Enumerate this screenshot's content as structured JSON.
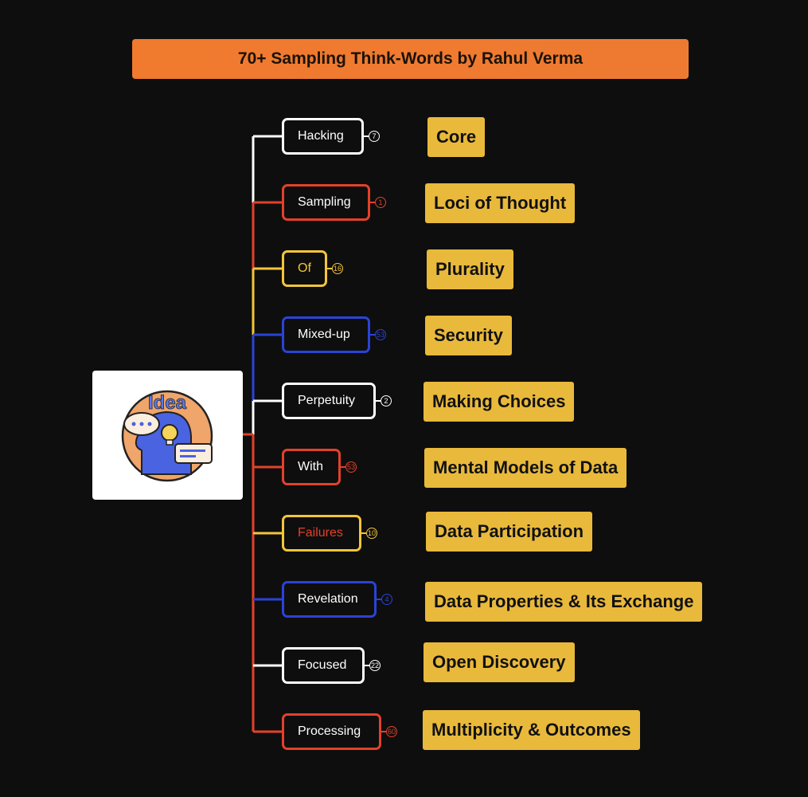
{
  "title": "70+ Sampling Think-Words by Rahul Verma",
  "root_image": {
    "text": "Idea"
  },
  "colors": {
    "white": "#ffffff",
    "red": "#e2412b",
    "yellow": "#f3c53a",
    "blue": "#2a43d6",
    "label_bg": "#e9b93b",
    "title_bg": "#f07a2e"
  },
  "nodes": [
    {
      "label": "Hacking",
      "count": "7",
      "color": "white"
    },
    {
      "label": "Sampling",
      "count": "1",
      "color": "red"
    },
    {
      "label": "Of",
      "count": "16",
      "color": "yellow"
    },
    {
      "label": "Mixed-up",
      "count": "53",
      "color": "blue"
    },
    {
      "label": "Perpetuity",
      "count": "2",
      "color": "white"
    },
    {
      "label": "With",
      "count": "53",
      "color": "red"
    },
    {
      "label": "Failures",
      "count": "10",
      "color": "yellow"
    },
    {
      "label": "Revelation",
      "count": "4",
      "color": "blue"
    },
    {
      "label": "Focused",
      "count": "22",
      "color": "white"
    },
    {
      "label": "Processing",
      "count": "60",
      "color": "red"
    }
  ],
  "labels": [
    "Core",
    "Loci of Thought",
    "Plurality",
    "Security",
    "Making Choices",
    "Mental Models of Data",
    "Data Participation",
    "Data Properties & Its Exchange",
    "Open Discovery",
    "Multiplicity & Outcomes"
  ]
}
